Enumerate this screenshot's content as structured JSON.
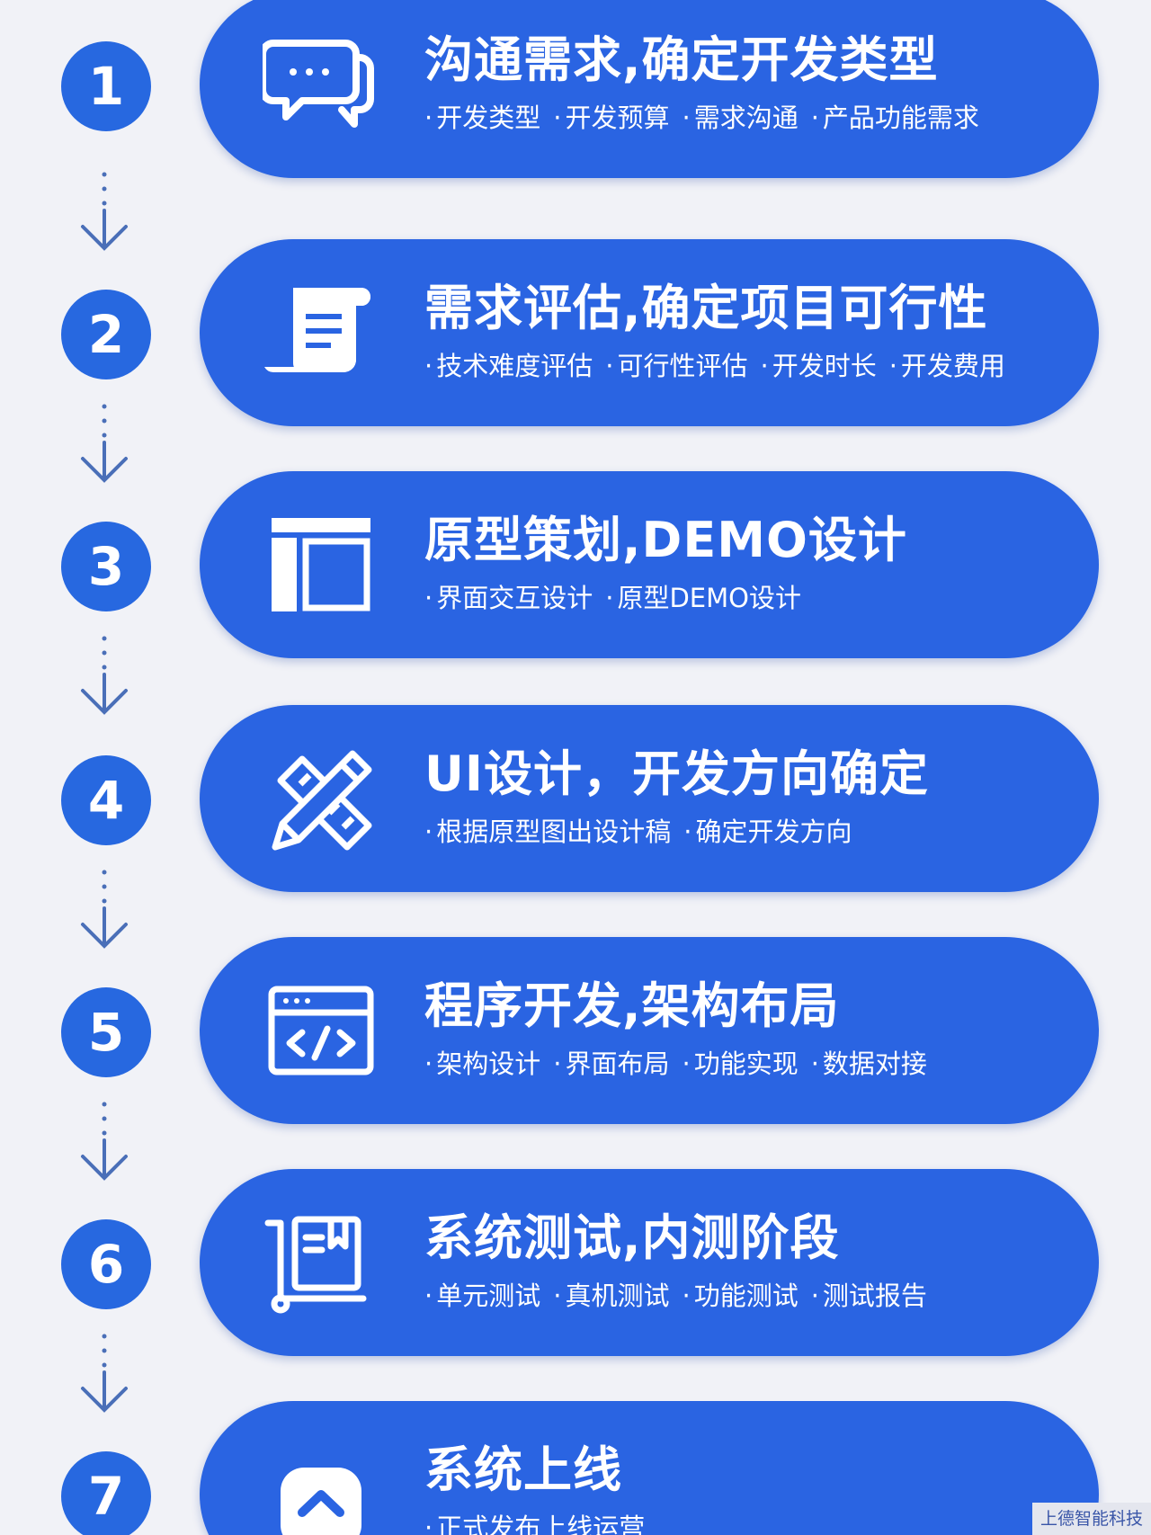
{
  "steps": [
    {
      "number": "1",
      "title": "沟通需求,确定开发类型",
      "items": [
        "开发类型",
        "开发预算",
        "需求沟通",
        "产品功能需求"
      ],
      "icon": "chat-bubbles-icon"
    },
    {
      "number": "2",
      "title": "需求评估,确定项目可行性",
      "items": [
        "技术难度评估",
        "可行性评估",
        "开发时长",
        "开发费用"
      ],
      "icon": "scroll-document-icon"
    },
    {
      "number": "3",
      "title": "原型策划,DEMO设计",
      "items": [
        "界面交互设计",
        "原型DEMO设计"
      ],
      "icon": "layout-wireframe-icon"
    },
    {
      "number": "4",
      "title": "UI设计，开发方向确定",
      "items": [
        "根据原型图出设计稿",
        "确定开发方向"
      ],
      "icon": "ruler-pencil-icon"
    },
    {
      "number": "5",
      "title": "程序开发,架构布局",
      "items": [
        "架构设计",
        "界面布局",
        "功能实现",
        "数据对接"
      ],
      "icon": "code-window-icon"
    },
    {
      "number": "6",
      "title": "系统测试,内测阶段",
      "items": [
        "单元测试",
        "真机测试",
        "功能测试",
        "测试报告"
      ],
      "icon": "test-cart-icon"
    },
    {
      "number": "7",
      "title": "系统上线",
      "items": [
        "正式发布上线运营"
      ],
      "icon": "launch-up-icon"
    }
  ],
  "watermark": "上德智能科技",
  "colors": {
    "card": "#2a64e2",
    "badge": "#2768e0",
    "background": "#f1f2f7",
    "arrow": "#4a6fb8"
  }
}
